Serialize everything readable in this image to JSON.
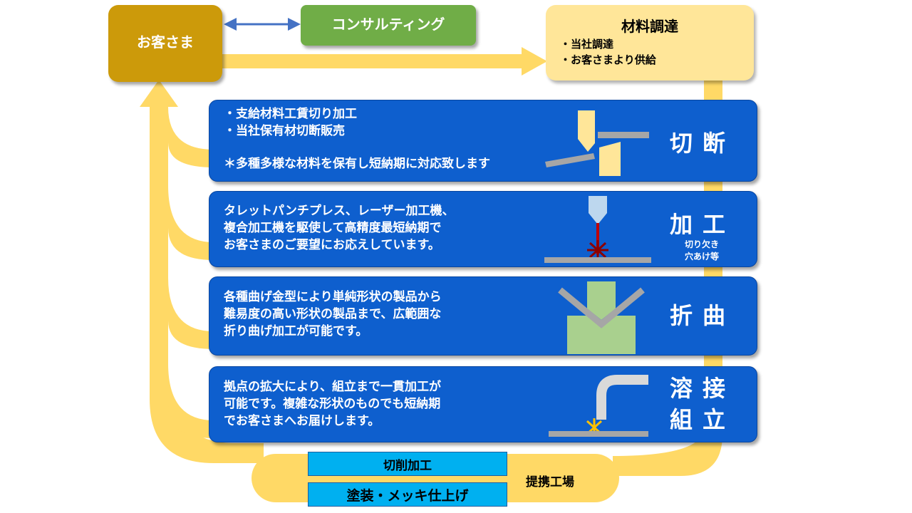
{
  "customer": {
    "label": "お客さま"
  },
  "consulting": {
    "label": "コンサルティング"
  },
  "material": {
    "title": "材料調達",
    "items": [
      "・当社調達",
      "・お客さまより供給"
    ]
  },
  "steps": [
    {
      "id": "cutting",
      "lines": [
        "・支給材料工賃切り加工",
        "・当社保有材切断販売"
      ],
      "note": "＊多種多様な材料を保有し短納期に対応致します",
      "label": "切断"
    },
    {
      "id": "machining",
      "lines": [
        "タレットパンチプレス、レーザー加工機、",
        "複合加工機を駆使して高精度最短納期で",
        "お客さまのご要望にお応えしています。"
      ],
      "label": "加工",
      "sub": [
        "切り欠き",
        "穴あけ等"
      ]
    },
    {
      "id": "bending",
      "lines": [
        "各種曲げ金型により単純形状の製品から",
        "難易度の高い形状の製品まで、広範囲な",
        "折り曲げ加工が可能です。"
      ],
      "label": "折曲"
    },
    {
      "id": "welding",
      "lines": [
        "拠点の拡大により、組立まで一貫加工が",
        "可能です。複雑な形状のものでも短納期",
        "でお客さまへお届けします。"
      ],
      "label_lines": [
        "溶接",
        "組立"
      ]
    }
  ],
  "partners": {
    "items": [
      "切削加工",
      "塗装・メッキ仕上げ"
    ],
    "label": "提携工場"
  },
  "colors": {
    "flow": "#ffd966",
    "step_bg": "#0e5fce",
    "customer": "#cc9a0a",
    "consulting": "#70ad47",
    "material": "#ffe699",
    "partner": "#00b0f0"
  }
}
